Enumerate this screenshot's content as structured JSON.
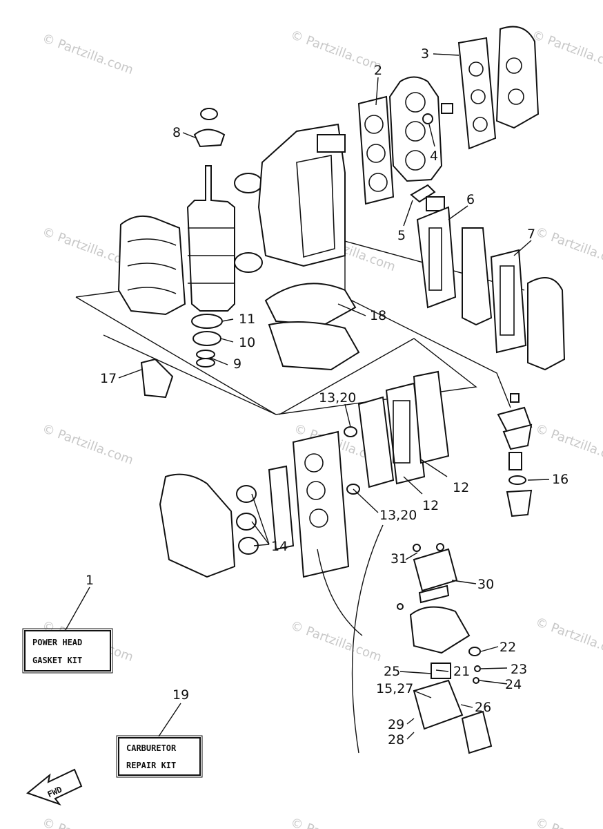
{
  "callouts": {
    "c1": "1",
    "c2": "2",
    "c3": "3",
    "c4": "4",
    "c5": "5",
    "c6": "6",
    "c7": "7",
    "c8": "8",
    "c9": "9",
    "c10": "10",
    "c11": "11",
    "c12a": "12",
    "c12b": "12",
    "c13a": "13,20",
    "c13b": "13,20",
    "c14": "14",
    "c15": "15,27",
    "c16": "16",
    "c17": "17",
    "c18": "18",
    "c19": "19",
    "c21": "21",
    "c22": "22",
    "c23": "23",
    "c24": "24",
    "c25": "25",
    "c26": "26",
    "c28": "28",
    "c29": "29",
    "c30": "30",
    "c31": "31"
  },
  "kits": {
    "power_head_line1": "POWER HEAD",
    "power_head_line2": "GASKET KIT",
    "carburetor_line1": "CARBURETOR",
    "carburetor_line2": "REPAIR KIT"
  },
  "fwd_label": "FWD",
  "watermark": "© Partzilla.com"
}
